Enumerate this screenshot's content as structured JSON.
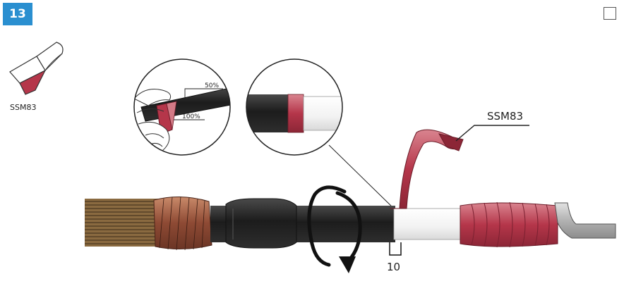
{
  "step": {
    "number": "13"
  },
  "tape_icon": {
    "label": "SSM83"
  },
  "callout": {
    "label": "SSM83"
  },
  "detail_left": {
    "overlap_label": "50%",
    "start_label": "100%"
  },
  "dimension": {
    "value": "10"
  },
  "colors": {
    "badge": "#2a8fd0",
    "tape": "#b5364a",
    "tape_dark": "#7e1f2e",
    "cable_black": "#2a2a2a",
    "insulation": "#f4f4f4",
    "copper": "#a0553c",
    "lug": "#b8b8b8"
  },
  "icons": [
    "tape-roll-icon",
    "rotation-arrow-icon",
    "checkbox-icon"
  ]
}
